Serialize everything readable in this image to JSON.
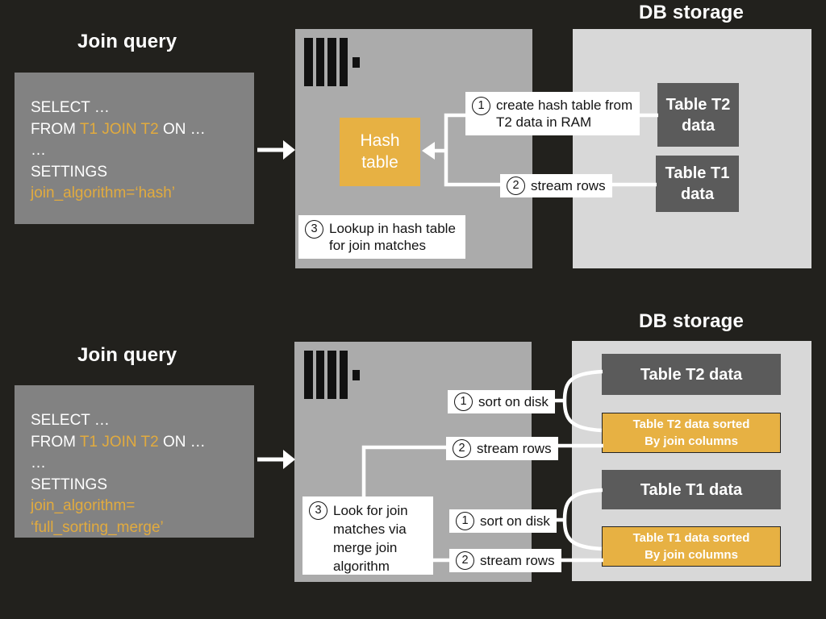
{
  "accent_color": "#e2ab3e",
  "top": {
    "join_query_title": "Join query",
    "db_storage_title": "DB storage",
    "query": {
      "l1": "SELECT …",
      "l2a": "FROM ",
      "l2b": "T1 JOIN T2",
      "l2c": " ON …",
      "l3": "…",
      "l4": "SETTINGS",
      "l5": "join_algorithm=‘hash’"
    },
    "hash_table": "Hash\ntable",
    "steps": {
      "s1_num": "1",
      "s1": "create hash table from T2 data in RAM",
      "s2_num": "2",
      "s2": "stream rows",
      "s3_num": "3",
      "s3": "Lookup in hash table for join matches"
    },
    "tables": {
      "t2": "Table T2\ndata",
      "t1": "Table T1\ndata"
    }
  },
  "bottom": {
    "join_query_title": "Join query",
    "db_storage_title": "DB storage",
    "query": {
      "l1": "SELECT …",
      "l2a": "FROM ",
      "l2b": "T1 JOIN T2",
      "l2c": " ON …",
      "l3": "…",
      "l4": "SETTINGS",
      "l5": "join_algorithm=",
      "l6": "‘full_sorting_merge’"
    },
    "steps": {
      "s1a_num": "1",
      "s1a": "sort on disk",
      "s2a_num": "2",
      "s2a": "stream rows",
      "s3_num": "3",
      "s3": "Look for join matches via merge join algorithm",
      "s1b_num": "1",
      "s1b": "sort on disk",
      "s2b_num": "2",
      "s2b": "stream rows"
    },
    "tables": {
      "t2": "Table T2 data",
      "t2_sorted": "Table T2 data sorted\nBy join columns",
      "t1": "Table T1 data",
      "t1_sorted": "Table T1 data sorted\nBy join columns"
    }
  }
}
